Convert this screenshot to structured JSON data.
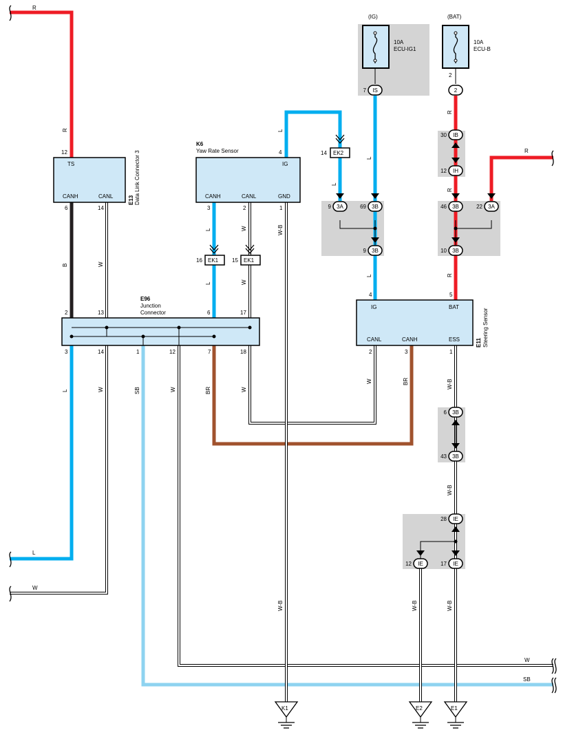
{
  "colors": {
    "R": "#ee1c25",
    "L": "#00aeef",
    "B": "#231f20",
    "BR": "#a0522d",
    "SB": "#8ed3f0",
    "component": "#cfe8f7",
    "splice": "#d4d4d4"
  },
  "components": {
    "e13": {
      "code": "E13",
      "name": "Data Link Connector 3",
      "pins": {
        "ts": "TS",
        "canh": "CANH",
        "canl": "CANL"
      },
      "pin_numbers": {
        "ts": "12",
        "canh": "6",
        "canl": "14"
      }
    },
    "k6": {
      "code": "K6",
      "name": "Yaw Rate Sensor",
      "pins": {
        "ig": "IG",
        "canh": "CANH",
        "canl": "CANL",
        "gnd": "GND"
      },
      "pin_numbers": {
        "ig": "4",
        "canh": "3",
        "canl": "2",
        "gnd": "1"
      }
    },
    "e96": {
      "code": "E96",
      "name_line1": "Junction",
      "name_line2": "Connector",
      "pins_top": [
        "2",
        "13",
        "6",
        "17"
      ],
      "pins_bottom": [
        "3",
        "14",
        "1",
        "12",
        "7",
        "18"
      ]
    },
    "e11": {
      "code": "E11",
      "name": "Steering Sensor",
      "pins": {
        "ig": "IG",
        "bat": "BAT",
        "canl": "CANL",
        "canh": "CANH",
        "ess": "ESS"
      },
      "pin_numbers": {
        "ig": "4",
        "bat": "5",
        "canl": "2",
        "canh": "3",
        "ess": "1"
      }
    }
  },
  "fuses": {
    "ig": {
      "source": "(IG)",
      "rating": "10A",
      "name": "ECU-IG1"
    },
    "bat": {
      "source": "(BAT)",
      "rating": "10A",
      "name": "ECU-B",
      "pin": "2"
    }
  },
  "connectors": {
    "is": {
      "code": "IS",
      "pin": "7"
    },
    "c2": {
      "code": "2",
      "pin": ""
    },
    "ek2": {
      "code": "EK2",
      "pin": "14"
    },
    "ek1a": {
      "code": "EK1",
      "pin": "16"
    },
    "ek1b": {
      "code": "EK1",
      "pin": "15"
    },
    "ib": {
      "code": "IB",
      "pin": "30"
    },
    "ih": {
      "code": "IH",
      "pin": "12"
    },
    "s3a_l": {
      "code": "3A",
      "pin": "9"
    },
    "s3b_69": {
      "code": "3B",
      "pin": "69"
    },
    "s3b_9": {
      "code": "3B",
      "pin": "9"
    },
    "s3b_46": {
      "code": "3B",
      "pin": "46"
    },
    "s3a_22": {
      "code": "3A",
      "pin": "22"
    },
    "s3b_10": {
      "code": "3B",
      "pin": "10"
    },
    "s3b_6": {
      "code": "3B",
      "pin": "6"
    },
    "s3b_43": {
      "code": "3B",
      "pin": "43"
    },
    "ie_28": {
      "code": "IE",
      "pin": "28"
    },
    "ie_12": {
      "code": "IE",
      "pin": "12"
    },
    "ie_17": {
      "code": "IE",
      "pin": "17"
    }
  },
  "wire_labels": {
    "top_r": "R",
    "dlc_r": "R",
    "dlc_b": "B",
    "dlc_w": "W",
    "dlc_l": "L",
    "dlc_w2": "W",
    "yaw_l": "L",
    "yaw_l2": "L",
    "yaw_w": "W",
    "yaw_w2": "W",
    "yaw_wb": "W-B",
    "ek2_l": "L",
    "ek2_l_top": "L",
    "is_l": "L",
    "is_l2": "L",
    "bat_r1": "R",
    "bat_r2": "R",
    "bat_r3": "R",
    "right_r": "R",
    "jc_l": "L",
    "jc_w": "W",
    "jc_sb": "SB",
    "jc_w2": "W",
    "jc_br": "BR",
    "jc_w3": "W",
    "ss_w": "W",
    "ss_br": "BR",
    "ss_wb": "W-B",
    "ss_wb2": "W-B",
    "k1_wb": "W-B",
    "e2_wb": "W-B",
    "e1_wb": "W-B",
    "left_l": "L",
    "left_w": "W",
    "right_w": "W",
    "right_sb": "SB"
  },
  "grounds": {
    "k1": "K1",
    "e2": "E2",
    "e1": "E1"
  }
}
